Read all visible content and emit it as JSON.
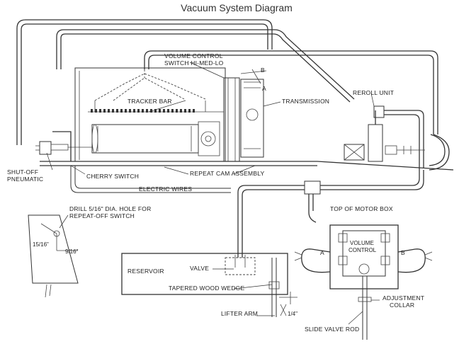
{
  "title": "Vacuum System Diagram",
  "labels": {
    "volume_control_switch_line1": "VOLUME CONTROL",
    "volume_control_switch_line2": "SWITCH HI-MED-LO",
    "tracker_bar": "TRACKER BAR",
    "transmission": "TRANSMISSION",
    "reroll_unit": "REROLL UNIT",
    "shut_off_pneumatic_line1": "SHUT-OFF",
    "shut_off_pneumatic_line2": "PNEUMATIC",
    "cherry_switch": "CHERRY SWITCH",
    "repeat_cam_assembly": "REPEAT CAM ASSEMBLY",
    "electric_wires": "ELECTRIC WIRES",
    "drill_line1": "DRILL 5/16\" DIA. HOLE FOR",
    "drill_line2": "REPEAT-OFF SWITCH",
    "dim_15_16": "15/16\"",
    "dim_9_16": "9/16\"",
    "top_of_motor_box": "TOP OF MOTOR BOX",
    "volume_control_box_line1": "VOLUME",
    "volume_control_box_line2": "CONTROL",
    "port_a": "A",
    "port_b": "B",
    "switch_a": "A",
    "switch_b": "B",
    "reservoir": "RESERVOIR",
    "valve": "VALVE",
    "tapered_wood_wedge": "TAPERED WOOD WEDGE",
    "lifter_arm": "LIFTER ARM",
    "dim_1_4": "1/4\"",
    "adjustment_collar_line1": "ADJUSTMENT",
    "adjustment_collar_line2": "COLLAR",
    "slide_valve_rod": "SLIDE VALVE ROD"
  }
}
